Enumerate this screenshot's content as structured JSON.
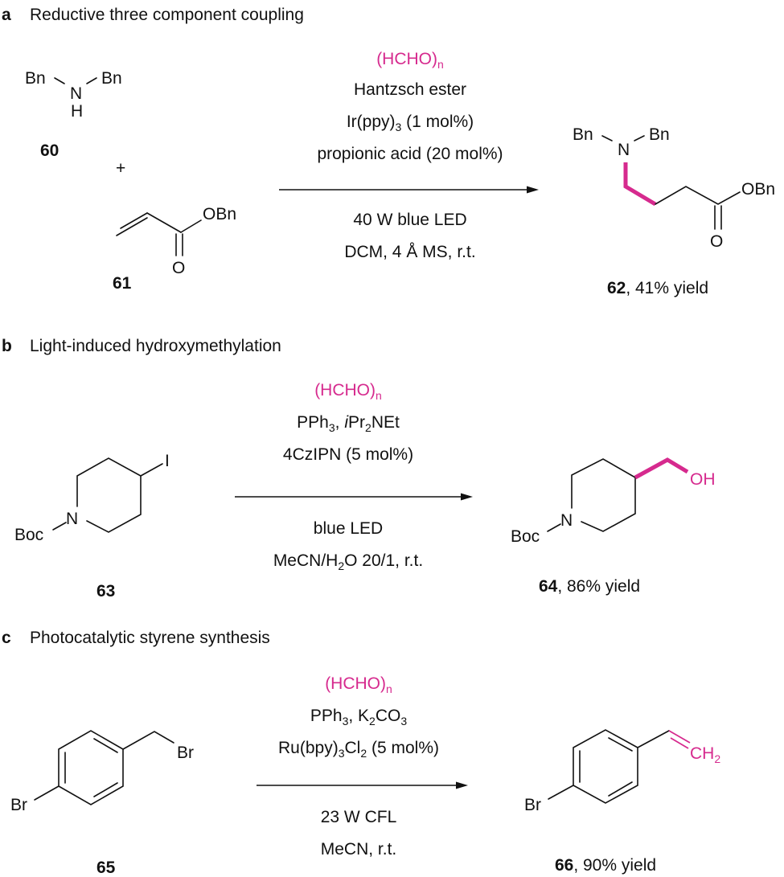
{
  "colors": {
    "highlight": "#d62a8e",
    "ink": "#111111",
    "background": "#ffffff"
  },
  "sections": [
    {
      "letter": "a",
      "title": "Reductive three component coupling",
      "reactants": [
        {
          "id": "60",
          "name": "dibenzylamine",
          "atoms": {
            "bn_left": "Bn",
            "n": "N",
            "h": "H",
            "bn_right": "Bn"
          }
        },
        {
          "id": "61",
          "name": "benzyl acrylate",
          "atoms": {
            "obn": "OBn",
            "o": "O"
          }
        }
      ],
      "plus": "+",
      "conditions_above": [
        {
          "main": "(HCHO)",
          "sub": "n",
          "highlight": true
        },
        {
          "text": "Hantzsch ester"
        },
        {
          "pre": "Ir(ppy)",
          "sub": "3",
          "post": " (1 mol%)"
        },
        {
          "text": "propionic acid (20 mol%)"
        }
      ],
      "conditions_below": [
        {
          "text": "40 W blue LED"
        },
        {
          "text": "DCM, 4 Å MS, r.t."
        }
      ],
      "product": {
        "id": "62",
        "yield_text": ", 41% yield",
        "atoms": {
          "bn_left": "Bn",
          "n": "N",
          "bn_right": "Bn",
          "obn": "OBn",
          "o": "O"
        }
      }
    },
    {
      "letter": "b",
      "title": "Light-induced hydroxymethylation",
      "reactants": [
        {
          "id": "63",
          "name": "N-Boc-4-iodopiperidine",
          "atoms": {
            "boc": "Boc",
            "n": "N",
            "i": "I"
          }
        }
      ],
      "conditions_above": [
        {
          "main": "(HCHO)",
          "sub": "n",
          "highlight": true
        },
        {
          "pre": "PPh",
          "sub1": "3",
          "mid": ", ",
          "ital": "i",
          "pr": "Pr",
          "sub2": "2",
          "post": "NEt"
        },
        {
          "text": "4CzIPN (5 mol%)"
        }
      ],
      "conditions_below": [
        {
          "text": "blue LED"
        },
        {
          "pre": "MeCN/H",
          "sub": "2",
          "post": "O 20/1, r.t."
        }
      ],
      "product": {
        "id": "64",
        "yield_text": ", 86% yield",
        "atoms": {
          "boc": "Boc",
          "n": "N",
          "oh": "OH"
        }
      }
    },
    {
      "letter": "c",
      "title": "Photocatalytic styrene synthesis",
      "reactants": [
        {
          "id": "65",
          "name": "4-bromobenzyl bromide",
          "atoms": {
            "br_ring": "Br",
            "br_ch2": "Br"
          }
        }
      ],
      "conditions_above": [
        {
          "main": "(HCHO)",
          "sub": "n",
          "highlight": true
        },
        {
          "pre": "PPh",
          "sub1": "3",
          "mid": ", K",
          "sub2": "2",
          "post": "CO",
          "sub3": "3"
        },
        {
          "pre": "Ru(bpy)",
          "sub1": "3",
          "mid": "Cl",
          "sub2": "2",
          "post": " (5 mol%)"
        }
      ],
      "conditions_below": [
        {
          "text": "23 W CFL"
        },
        {
          "text": "MeCN, r.t."
        }
      ],
      "product": {
        "id": "66",
        "yield_text": ", 90% yield",
        "atoms": {
          "br": "Br",
          "ch": "CH",
          "sub": "2"
        }
      }
    }
  ]
}
